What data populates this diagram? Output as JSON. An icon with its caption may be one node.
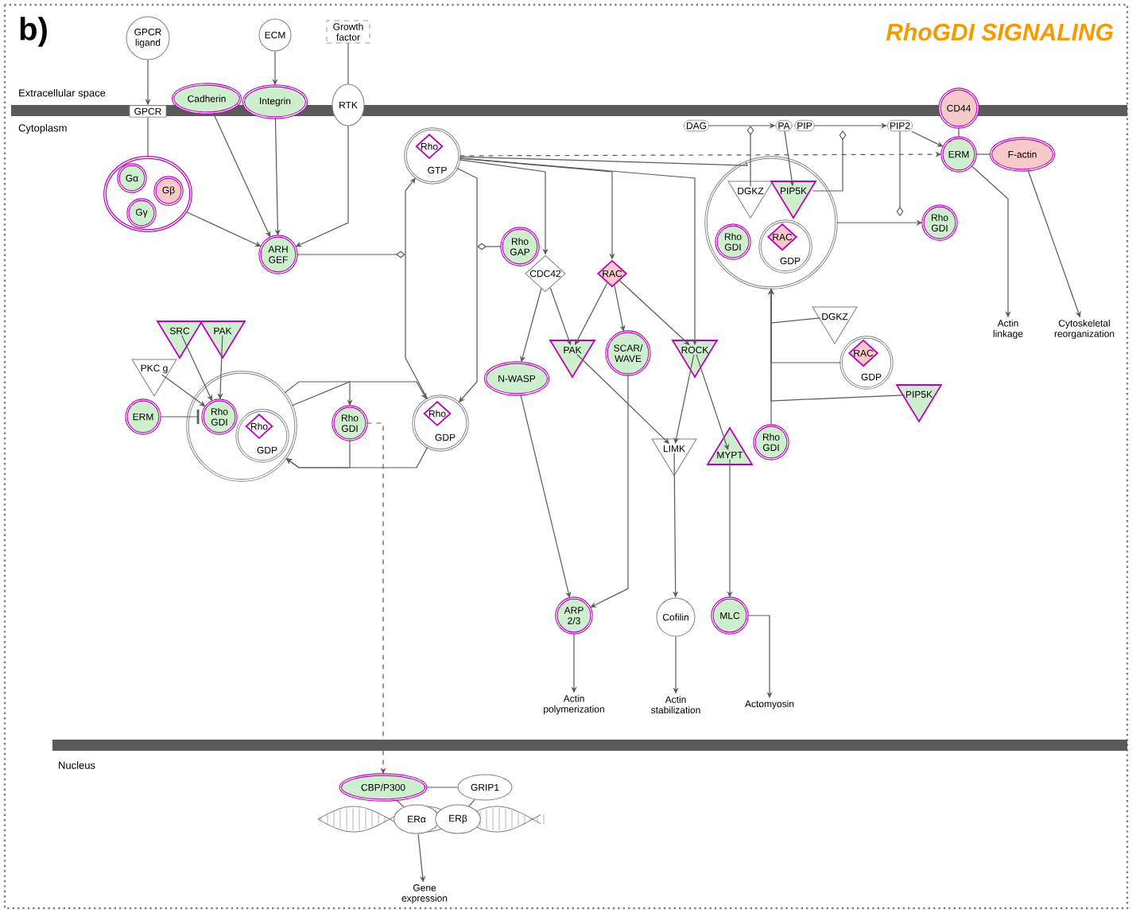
{
  "diagram": {
    "title": "RhoGDI SIGNALING",
    "nodes": [
      {
        "text": [
          "GPCR ligand"
        ]
      },
      {
        "text": [
          "ECM"
        ]
      },
      {
        "text": [
          "Growth factor"
        ]
      },
      {
        "text": [
          "GPCR"
        ]
      },
      {
        "text": [
          "Cadherin"
        ]
      },
      {
        "text": [
          "Integrin"
        ]
      },
      {
        "text": [
          "RTK"
        ]
      },
      {
        "text": [],
        "shape": "circle"
      },
      {
        "text": [
          "Gα"
        ],
        "in": 7
      },
      {
        "text": [
          "Gβ"
        ],
        "in": 7
      },
      {
        "text": [
          "Gγ"
        ],
        "in": 7
      },
      {
        "text": [
          "ARH GEF"
        ]
      },
      {
        "text": [
          "GTP"
        ]
      },
      {
        "text": [
          "Rho"
        ],
        "in": 12
      },
      {
        "text": [
          "Rho GAP"
        ]
      },
      {
        "text": [
          "CDC42"
        ]
      },
      {
        "text": [
          "RAC"
        ]
      },
      {
        "text": [
          "DAG"
        ]
      },
      {
        "text": [
          "PA"
        ]
      },
      {
        "text": [
          "PIP"
        ]
      },
      {
        "text": [
          "PIP2"
        ]
      },
      {
        "text": [
          "CD44"
        ]
      },
      {
        "text": [
          "ERM"
        ]
      },
      {
        "text": [
          "F-actin"
        ]
      },
      {
        "text": [],
        "shape": "circle"
      },
      {
        "text": [
          "DGKZ"
        ],
        "in": 24
      },
      {
        "text": [
          "PIP5K"
        ],
        "in": 24
      },
      {
        "text": [
          "Rho GDI"
        ],
        "in": 24
      },
      {
        "text": [
          "GDP"
        ],
        "in": 24
      },
      {
        "text": [
          "RAC"
        ],
        "in": 28
      },
      {
        "text": [
          "Rho GDI"
        ]
      },
      {
        "text": [
          "Actin linkage"
        ]
      },
      {
        "text": [
          "Cytoskeletal reorganization"
        ]
      },
      {
        "text": [
          "DGKZ"
        ]
      },
      {
        "text": [
          "GDP"
        ]
      },
      {
        "text": [
          "RAC"
        ],
        "in": 34
      },
      {
        "text": [
          "PIP5K"
        ]
      },
      {
        "text": [
          "Rho GDI"
        ]
      },
      {
        "text": [
          "SRC"
        ]
      },
      {
        "text": [
          "PAK"
        ]
      },
      {
        "text": [
          "PKC g"
        ]
      },
      {
        "text": [
          "ERM"
        ]
      },
      {
        "text": [],
        "shape": "circle"
      },
      {
        "text": [
          "Rho GDI"
        ],
        "in": 42
      },
      {
        "text": [
          "GDP"
        ],
        "in": 42
      },
      {
        "text": [
          "Rho"
        ],
        "in": 44
      },
      {
        "text": [
          "Rho GDI"
        ]
      },
      {
        "text": [
          "GDP"
        ]
      },
      {
        "text": [
          "Rho"
        ],
        "in": 47
      },
      {
        "text": [
          "N-WASP"
        ]
      },
      {
        "text": [
          "PAK"
        ]
      },
      {
        "text": [
          "SCAR/ WAVE"
        ]
      },
      {
        "text": [
          "ROCK"
        ]
      },
      {
        "text": [
          "LIMK"
        ]
      },
      {
        "text": [
          "MYPT"
        ]
      },
      {
        "text": [
          "ARP 2/3"
        ]
      },
      {
        "text": [
          "Cofilin"
        ]
      },
      {
        "text": [
          "MLC"
        ]
      },
      {
        "text": [
          "Actin polymerization"
        ]
      },
      {
        "text": [
          "Actin stabilization"
        ]
      },
      {
        "text": [
          "Actomyosin"
        ]
      },
      {
        "text": [
          "CBP/P300"
        ]
      },
      {
        "text": [
          "GRIP1"
        ]
      },
      {
        "text": [
          "ERα"
        ]
      },
      {
        "text": [
          "ERβ"
        ]
      },
      {
        "text": [
          "Gene expression"
        ]
      }
    ],
    "edges": [
      {
        "from": 0,
        "to": 3,
        "arrow": "to"
      },
      {
        "from": 1,
        "to": 5,
        "arrow": "to"
      },
      {
        "from": 2,
        "to": 6,
        "arrow": "none"
      },
      {
        "from": 3,
        "to": 7,
        "arrow": "none"
      },
      {
        "from": 4,
        "to": 11,
        "arrow": "to"
      },
      {
        "from": 5,
        "to": 11,
        "arrow": "to"
      },
      {
        "from": 6,
        "to": 11,
        "arrow": "to"
      },
      {
        "from": 7,
        "to": 11,
        "arrow": "to"
      },
      {
        "from": 11,
        "to": null,
        "arrow": "other"
      },
      {
        "from": 47,
        "to": 12,
        "arrow": "to"
      },
      {
        "from": 12,
        "to": 47,
        "arrow": "to"
      },
      {
        "from": 14,
        "to": null,
        "arrow": "other"
      },
      {
        "from": 12,
        "to": 15,
        "arrow": "to"
      },
      {
        "from": 12,
        "to": 16,
        "arrow": "to"
      },
      {
        "from": 12,
        "to": 22,
        "arrow": "to",
        "style": "dashed"
      },
      {
        "from": 12,
        "to": 24,
        "arrow": "none"
      },
      {
        "from": 12,
        "to": 52,
        "arrow": "to"
      },
      {
        "from": 15,
        "to": 49,
        "arrow": "to"
      },
      {
        "from": 15,
        "to": 50,
        "arrow": "to"
      },
      {
        "from": 16,
        "to": 50,
        "arrow": "to"
      },
      {
        "from": 16,
        "to": 51,
        "arrow": "to"
      },
      {
        "from": 16,
        "to": 52,
        "arrow": "to"
      },
      {
        "from": 17,
        "to": 18,
        "arrow": "to"
      },
      {
        "from": 18,
        "to": 26,
        "arrow": "to"
      },
      {
        "from": 19,
        "to": 20,
        "arrow": "to"
      },
      {
        "from": 20,
        "to": 22,
        "arrow": "to"
      },
      {
        "from": 25,
        "to": null,
        "arrow": "other"
      },
      {
        "from": 26,
        "to": null,
        "arrow": "other"
      },
      {
        "from": 20,
        "to": null,
        "arrow": "other"
      },
      {
        "from": 24,
        "to": 30,
        "arrow": "to"
      },
      {
        "from": 21,
        "to": 22,
        "arrow": "none"
      },
      {
        "from": 22,
        "to": 23,
        "arrow": "none"
      },
      {
        "from": 22,
        "to": 31,
        "arrow": "to"
      },
      {
        "from": 23,
        "to": 32,
        "arrow": "to"
      },
      {
        "from": 37,
        "to": 24,
        "arrow": "to"
      },
      {
        "from": 33,
        "to": 24,
        "arrow": "to"
      },
      {
        "from": 34,
        "to": 24,
        "arrow": "to"
      },
      {
        "from": 36,
        "to": 24,
        "arrow": "to"
      },
      {
        "from": 38,
        "to": 43,
        "arrow": "to"
      },
      {
        "from": 39,
        "to": 43,
        "arrow": "to"
      },
      {
        "from": 40,
        "to": 43,
        "arrow": "to"
      },
      {
        "from": 41,
        "to": 43,
        "arrow": "other"
      },
      {
        "from": 42,
        "to": 47,
        "arrow": "to"
      },
      {
        "from": 42,
        "to": 46,
        "arrow": "to"
      },
      {
        "from": 47,
        "to": 42,
        "arrow": "to"
      },
      {
        "from": 46,
        "to": 42,
        "arrow": "to"
      },
      {
        "from": 49,
        "to": 55,
        "arrow": "to"
      },
      {
        "from": 51,
        "to": 55,
        "arrow": "to"
      },
      {
        "from": 50,
        "to": 53,
        "arrow": "to"
      },
      {
        "from": 52,
        "to": 53,
        "arrow": "to"
      },
      {
        "from": 52,
        "to": 54,
        "arrow": "to"
      },
      {
        "from": 53,
        "to": 56,
        "arrow": "to"
      },
      {
        "from": 54,
        "to": 57,
        "arrow": "to"
      },
      {
        "from": 55,
        "to": 58,
        "arrow": "to"
      },
      {
        "from": 56,
        "to": 59,
        "arrow": "to"
      },
      {
        "from": 57,
        "to": 60,
        "arrow": "to"
      },
      {
        "from": 46,
        "to": 61,
        "arrow": "to",
        "style": "dashed"
      },
      {
        "from": 61,
        "to": 62,
        "arrow": "none"
      },
      {
        "from": 61,
        "to": 63,
        "arrow": "none"
      },
      {
        "from": 62,
        "to": 64,
        "arrow": "none"
      },
      {
        "from": 63,
        "to": 65,
        "arrow": "to"
      }
    ],
    "labels": [
      "b)",
      "Extracellular space",
      "Cytoplasm",
      "Nucleus"
    ]
  }
}
